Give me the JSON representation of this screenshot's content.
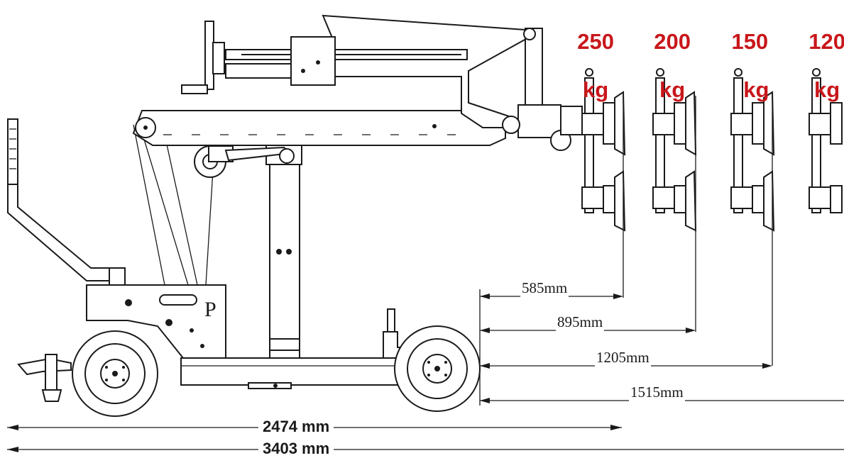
{
  "loads": [
    {
      "weight": "250",
      "unit": "kg"
    },
    {
      "weight": "200",
      "unit": "kg"
    },
    {
      "weight": "150",
      "unit": "kg"
    },
    {
      "weight": "120",
      "unit": "kg"
    }
  ],
  "reach_dimensions": [
    "585mm",
    "895mm",
    "1205mm",
    "1515mm"
  ],
  "overall_dimensions": [
    "2474 mm",
    "3403 mm"
  ],
  "body_mark": "P",
  "colors": {
    "load_label": "#c8171b",
    "line": "#1a1a1a"
  }
}
